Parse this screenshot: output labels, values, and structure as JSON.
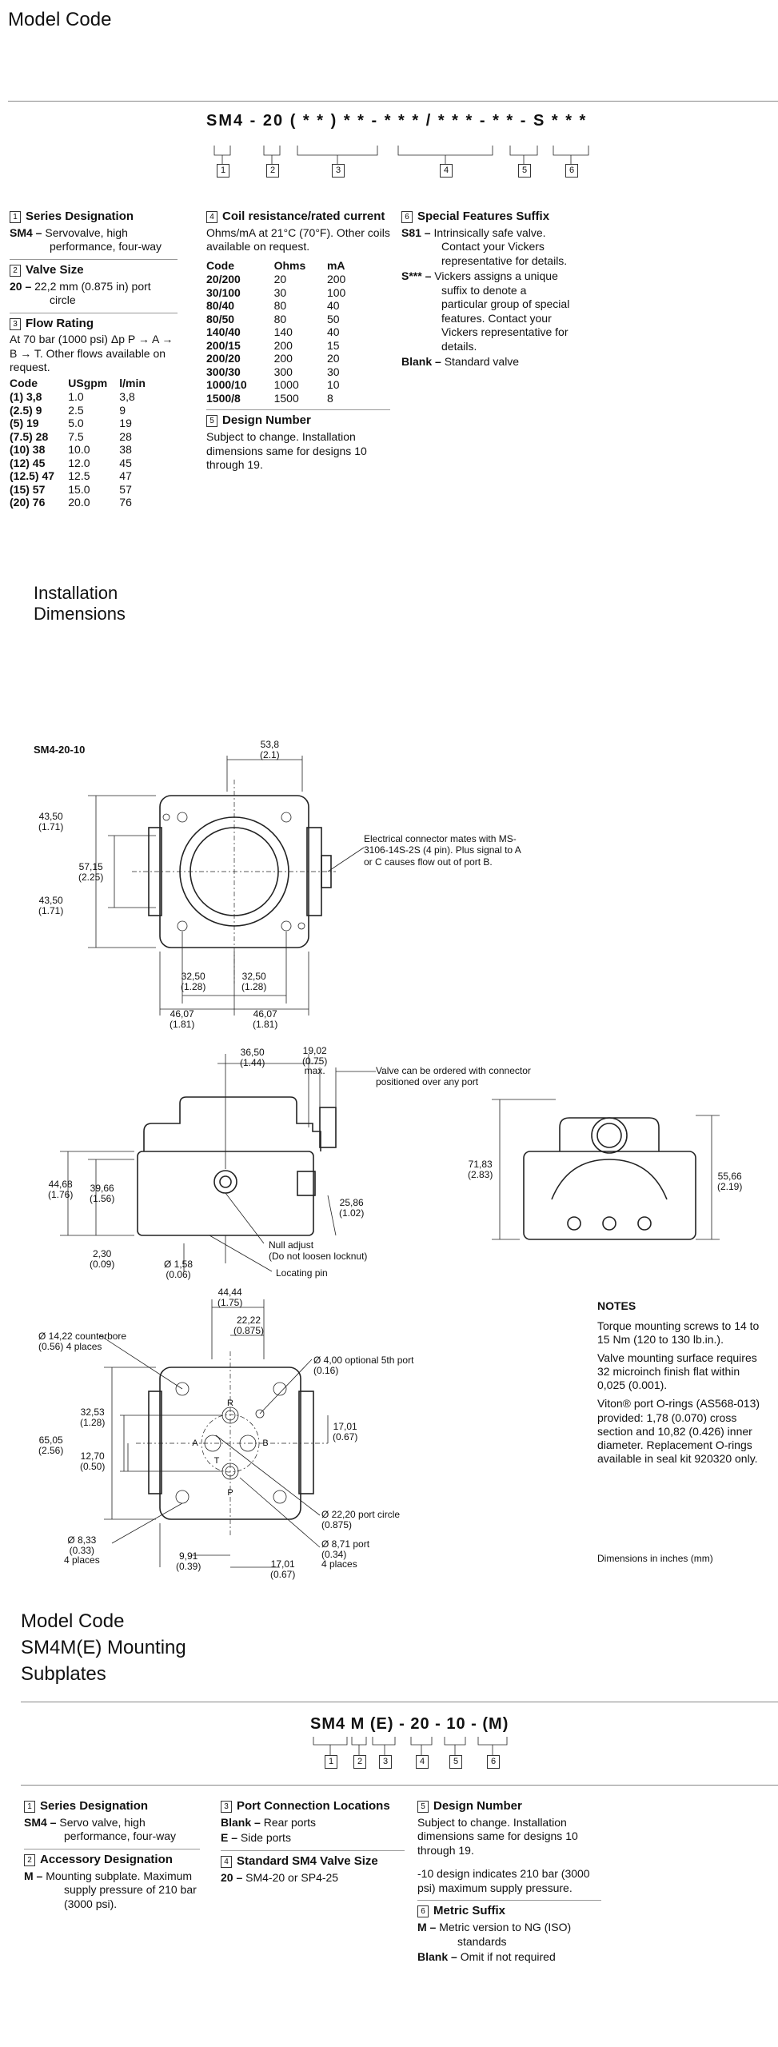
{
  "section1": {
    "title": "Model Code",
    "code_parts": [
      "SM4",
      "-",
      "20",
      "(**)",
      "**",
      "-",
      "***/***",
      "-",
      "**",
      "-",
      "S***"
    ],
    "code_string": "SM4 - 20 ( * * ) * * - * * * / * * * - * * - S * * *",
    "boxes": [
      "1",
      "2",
      "3",
      "4",
      "5",
      "6"
    ],
    "col1": {
      "h1": {
        "n": "1",
        "t": "Series Designation"
      },
      "sd_code": "SM4 –",
      "sd_text": "Servovalve, high performance, four-way",
      "h2": {
        "n": "2",
        "t": "Valve Size"
      },
      "vs_code": "20 –",
      "vs_text": "22,2 mm (0.875 in) port circle",
      "h3": {
        "n": "3",
        "t": "Flow Rating"
      },
      "fr_note": "At 70 bar (1000 psi) Δp P → A → B → T. Other flows available on request.",
      "flow_headers": [
        "Code",
        "USgpm",
        "l/min"
      ],
      "flow_rows": [
        [
          "(1) 3,8",
          "1.0",
          "3,8"
        ],
        [
          "(2.5) 9",
          "2.5",
          "9"
        ],
        [
          "(5) 19",
          "5.0",
          "19"
        ],
        [
          "(7.5) 28",
          "7.5",
          "28"
        ],
        [
          "(10) 38",
          "10.0",
          "38"
        ],
        [
          "(12) 45",
          "12.0",
          "45"
        ],
        [
          "(12.5) 47",
          "12.5",
          "47"
        ],
        [
          "(15) 57",
          "15.0",
          "57"
        ],
        [
          "(20) 76",
          "20.0",
          "76"
        ]
      ]
    },
    "col2": {
      "h4": {
        "n": "4",
        "t": "Coil resistance/rated current"
      },
      "coil_note": "Ohms/mA at 21°C (70°F). Other coils available on request.",
      "coil_headers": [
        "Code",
        "Ohms",
        "mA"
      ],
      "coil_rows": [
        [
          "20/200",
          "20",
          "200"
        ],
        [
          "30/100",
          "30",
          "100"
        ],
        [
          "80/40",
          "80",
          "40"
        ],
        [
          "80/50",
          "80",
          "50"
        ],
        [
          "140/40",
          "140",
          "40"
        ],
        [
          "200/15",
          "200",
          "15"
        ],
        [
          "200/20",
          "200",
          "20"
        ],
        [
          "300/30",
          "300",
          "30"
        ],
        [
          "1000/10",
          "1000",
          "10"
        ],
        [
          "1500/8",
          "1500",
          "8"
        ]
      ],
      "h5": {
        "n": "5",
        "t": "Design Number"
      },
      "dn_text": "Subject to change. Installation dimensions same for designs 10 through 19."
    },
    "col3": {
      "h6": {
        "n": "6",
        "t": "Special Features Suffix"
      },
      "s81_code": "S81 –",
      "s81_text": "Intrinsically safe valve. Contact your Vickers representative for details.",
      "sx_code": "S*** –",
      "sx_text": "Vickers assigns a unique suffix to denote a particular group of special features. Contact your Vickers representative for details.",
      "blank_code": "Blank –",
      "blank_text": "Standard valve"
    }
  },
  "install": {
    "title_l1": "Installation",
    "title_l2": "Dimensions",
    "model": "SM4-20-10",
    "dims": {
      "d538": "53,8",
      "d538i": "(2.1)",
      "d4350a": "43,50",
      "d4350ai": "(1.71)",
      "d5715": "57,15",
      "d5715i": "(2.25)",
      "d4350b": "43,50",
      "d4350bi": "(1.71)",
      "d3250a": "32,50",
      "d3250ai": "(1.28)",
      "d3250b": "32,50",
      "d3250bi": "(1.28)",
      "d4607a": "46,07",
      "d4607ai": "(1.81)",
      "d4607b": "46,07",
      "d4607bi": "(1.81)",
      "d3650": "36,50",
      "d3650i": "(1.44)",
      "d1902": "19,02",
      "d1902i": "(0.75)",
      "d1902m": "max.",
      "d4468": "44,68",
      "d4468i": "(1.76)",
      "d3966": "39,66",
      "d3966i": "(1.56)",
      "d2586": "25,86",
      "d2586i": "(1.02)",
      "d230": "2,30",
      "d230i": "(0.09)",
      "d158": "Ø 1,58",
      "d158i": "(0.06)",
      "d7183": "71,83",
      "d7183i": "(2.83)",
      "d5566": "55,66",
      "d5566i": "(2.19)",
      "d4444": "44,44",
      "d4444i": "(1.75)",
      "d2222": "22,22",
      "d2222i": "(0.875)",
      "d1422": "Ø 14,22",
      "d1422i": "(0.56)",
      "d400": "Ø 4,00",
      "d400i": "(0.16)",
      "d3253": "32,53",
      "d3253i": "(1.28)",
      "d6505": "65,05",
      "d6505i": "(2.56)",
      "d1270": "12,70",
      "d1270i": "(0.50)",
      "d1701a": "17,01",
      "d1701ai": "(0.67)",
      "d2220": "Ø 22,20",
      "d2220i": "(0.875)",
      "d871": "Ø 8,71",
      "d871i": "(0.34)",
      "d833": "Ø 8,33",
      "d833i": "(0.33)",
      "d991": "9,91",
      "d991i": "(0.39)",
      "d1701b": "17,01",
      "d1701bi": "(0.67)"
    },
    "labels": {
      "elec": "Electrical connector mates with MS-3106-14S-2S (4 pin). Plus signal to A or C causes flow out of port B.",
      "valve_conn": "Valve can be ordered with connector positioned over any port",
      "null_adj": "Null adjust",
      "null_adj2": "(Do not loosen locknut)",
      "loc_pin": "Locating pin",
      "counterbore": "counterbore",
      "cb_places": "4 places",
      "opt5": "optional 5th port",
      "port_circle": "port circle",
      "port": "port",
      "port_places": "4 places",
      "places833": "4 places",
      "port_letters": [
        "R",
        "A",
        "B",
        "P",
        "T"
      ]
    },
    "notes": {
      "title": "NOTES",
      "n1": "Torque mounting screws to 14 to 15 Nm (120 to 130 lb.in.).",
      "n2": "Valve mounting surface requires 32 microinch finish flat within 0,025 (0.001).",
      "n3": "Viton® port O-rings (AS568-013) provided: 1,78 (0.070) cross section and 10,82 (0.426) inner diameter. Replacement O-rings available in seal kit 920320 only.",
      "units": "Dimensions in inches (mm)"
    }
  },
  "section2": {
    "t1": "Model Code",
    "t2": "SM4M(E) Mounting",
    "t3": "Subplates",
    "code_string": "SM4 M (E) - 20 - 10 - (M)",
    "boxes": [
      "1",
      "2",
      "3",
      "4",
      "5",
      "6"
    ],
    "c1": {
      "h1": {
        "n": "1",
        "t": "Series Designation"
      },
      "sd_code": "SM4 –",
      "sd_text": "Servo valve, high performance, four-way",
      "h2": {
        "n": "2",
        "t": "Accessory Designation"
      },
      "ad_code": "M –",
      "ad_text": "Mounting subplate. Maximum supply pressure of 210 bar (3000 psi)."
    },
    "c2": {
      "h3": {
        "n": "3",
        "t": "Port Connection Locations"
      },
      "blank_code": "Blank –",
      "blank_text": "Rear ports",
      "e_code": "E –",
      "e_text": "Side ports",
      "h4": {
        "n": "4",
        "t": "Standard SM4 Valve Size"
      },
      "v_code": "20 –",
      "v_text": "SM4-20 or SP4-25"
    },
    "c3": {
      "h5": {
        "n": "5",
        "t": "Design Number"
      },
      "dn_text": "Subject to change. Installation dimensions same for designs 10 through 19.",
      "dn_text2": "-10 design indicates 210 bar (3000 psi) maximum supply pressure.",
      "h6": {
        "n": "6",
        "t": "Metric Suffix"
      },
      "m_code": "M –",
      "m_text": "Metric version to NG (ISO) standards",
      "b_code": "Blank –",
      "b_text": "Omit if not required"
    }
  }
}
